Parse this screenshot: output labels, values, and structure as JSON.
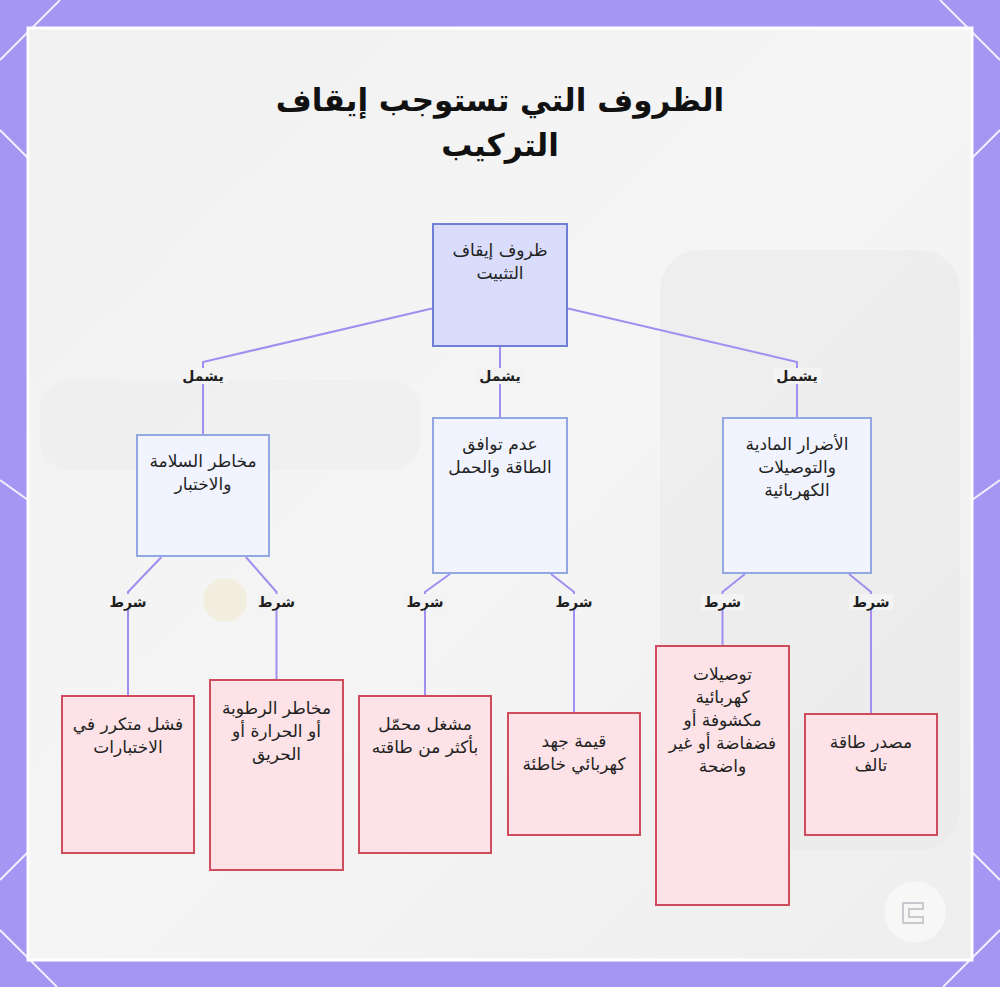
{
  "diagram": {
    "title": "الظروف التي تستوجب إيقاف التركيب",
    "nodes": [
      {
        "text": [
          "ظروف إيقاف التثبيت"
        ]
      },
      {
        "text": [
          "الأضرار المادية والتوصيلات الكهربائية"
        ]
      },
      {
        "text": [
          "عدم توافق الطاقة والحمل"
        ]
      },
      {
        "text": [
          "مخاطر السلامة والاختبار"
        ]
      },
      {
        "text": [
          "مصدر طاقة تالف"
        ]
      },
      {
        "text": [
          "توصيلات كهربائية مكشوفة أو فضفاضة أو غير واضحة"
        ]
      },
      {
        "text": [
          "قيمة جهد كهربائي خاطئة"
        ]
      },
      {
        "text": [
          "مشغل محمّل بأكثر من طاقته"
        ]
      },
      {
        "text": [
          "مخاطر الرطوبة أو الحرارة أو الحريق"
        ]
      },
      {
        "text": [
          "فشل متكرر في الاختبارات"
        ]
      }
    ],
    "edges": [
      {
        "from": 0,
        "to": 1,
        "label": "يشمل",
        "arrow": "none"
      },
      {
        "from": 0,
        "to": 2,
        "label": "يشمل",
        "arrow": "none"
      },
      {
        "from": 0,
        "to": 3,
        "label": "يشمل",
        "arrow": "none"
      },
      {
        "from": 1,
        "to": 4,
        "label": "شرط",
        "arrow": "none"
      },
      {
        "from": 1,
        "to": 5,
        "label": "شرط",
        "arrow": "none"
      },
      {
        "from": 2,
        "to": 6,
        "label": "شرط",
        "arrow": "none"
      },
      {
        "from": 2,
        "to": 7,
        "label": "شرط",
        "arrow": "none"
      },
      {
        "from": 3,
        "to": 8,
        "label": "شرط",
        "arrow": "none"
      },
      {
        "from": 3,
        "to": 9,
        "label": "شرط",
        "arrow": "none"
      }
    ]
  }
}
